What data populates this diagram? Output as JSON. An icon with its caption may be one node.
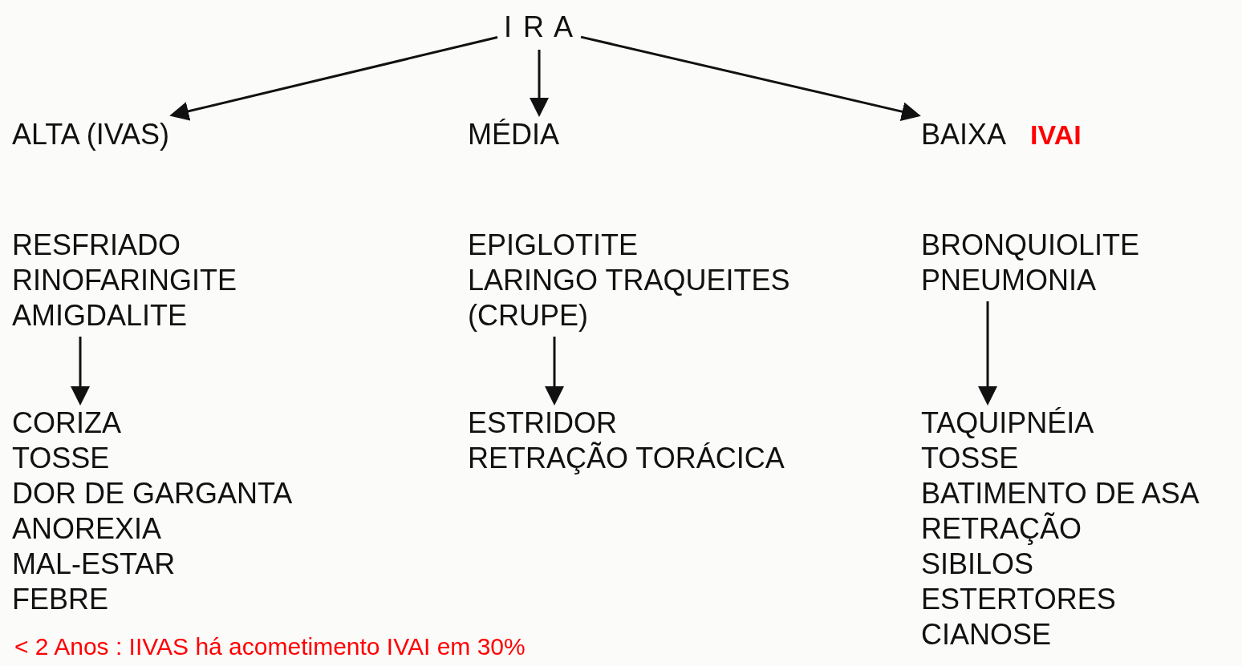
{
  "diagram": {
    "nodes": [
      {
        "text": [
          "I R A"
        ]
      },
      {
        "text": [
          "ALTA (IVAS)"
        ]
      },
      {
        "text": [
          "MÉDIA"
        ]
      },
      {
        "text": [
          "BAIXA"
        ],
        "beside": [
          "IVAI"
        ]
      },
      {
        "text": [
          "RESFRIADO",
          "RINOFARINGITE",
          "AMIGDALITE"
        ]
      },
      {
        "text": [
          "EPIGLOTITE",
          "LARINGO TRAQUEITES (CRUPE)"
        ]
      },
      {
        "text": [
          "BRONQUIOLITE",
          "PNEUMONIA"
        ]
      },
      {
        "text": [
          "CORIZA",
          "TOSSE",
          "DOR DE GARGANTA",
          "ANOREXIA",
          "MAL-ESTAR",
          "FEBRE"
        ]
      },
      {
        "text": [
          "ESTRIDOR",
          "RETRAÇÃO TORÁCICA"
        ]
      },
      {
        "text": [
          "TAQUIPNÉIA",
          "TOSSE",
          "BATIMENTO DE ASA",
          "RETRAÇÃO",
          "SIBILOS",
          "ESTERTORES",
          "CIANOSE"
        ]
      }
    ],
    "edges": [
      {
        "from": 0,
        "to": 1,
        "arrow": "to"
      },
      {
        "from": 0,
        "to": 2,
        "arrow": "to"
      },
      {
        "from": 0,
        "to": 3,
        "arrow": "to"
      },
      {
        "from": 4,
        "to": 7,
        "arrow": "to"
      },
      {
        "from": 5,
        "to": 8,
        "arrow": "to"
      },
      {
        "from": 6,
        "to": 9,
        "arrow": "to"
      }
    ],
    "labels": [
      "< 2 Anos : IIVAS há acometimento IVAI em 30%"
    ]
  }
}
